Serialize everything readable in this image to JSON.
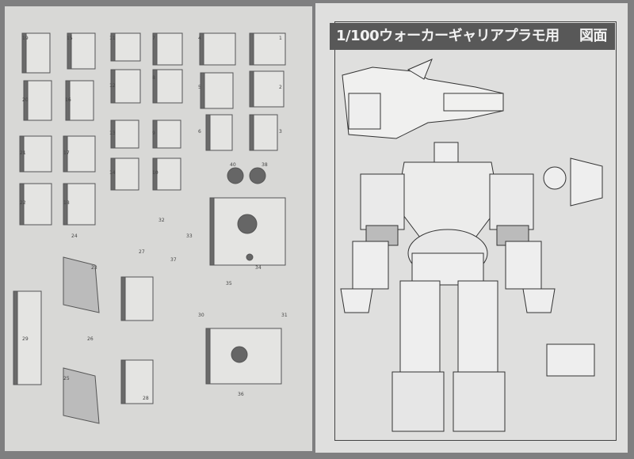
{
  "header": {
    "title": "1/100ウォーカーギャリアプラモ用",
    "figure_label": "図面"
  },
  "parts": {
    "labels": [
      "1",
      "2",
      "3",
      "4",
      "5",
      "6",
      "7",
      "8",
      "9",
      "10",
      "11",
      "12",
      "13",
      "14",
      "15",
      "16",
      "17",
      "18",
      "19",
      "20",
      "21",
      "22",
      "23",
      "24",
      "25",
      "26",
      "27",
      "28",
      "29",
      "30",
      "31",
      "32",
      "33",
      "34",
      "35",
      "36",
      "37",
      "38",
      "40"
    ]
  },
  "colors": {
    "paper": "#d8d8d6",
    "print": "#6a6a6a",
    "title_bar": "#585858",
    "background": "#7f7f80"
  }
}
